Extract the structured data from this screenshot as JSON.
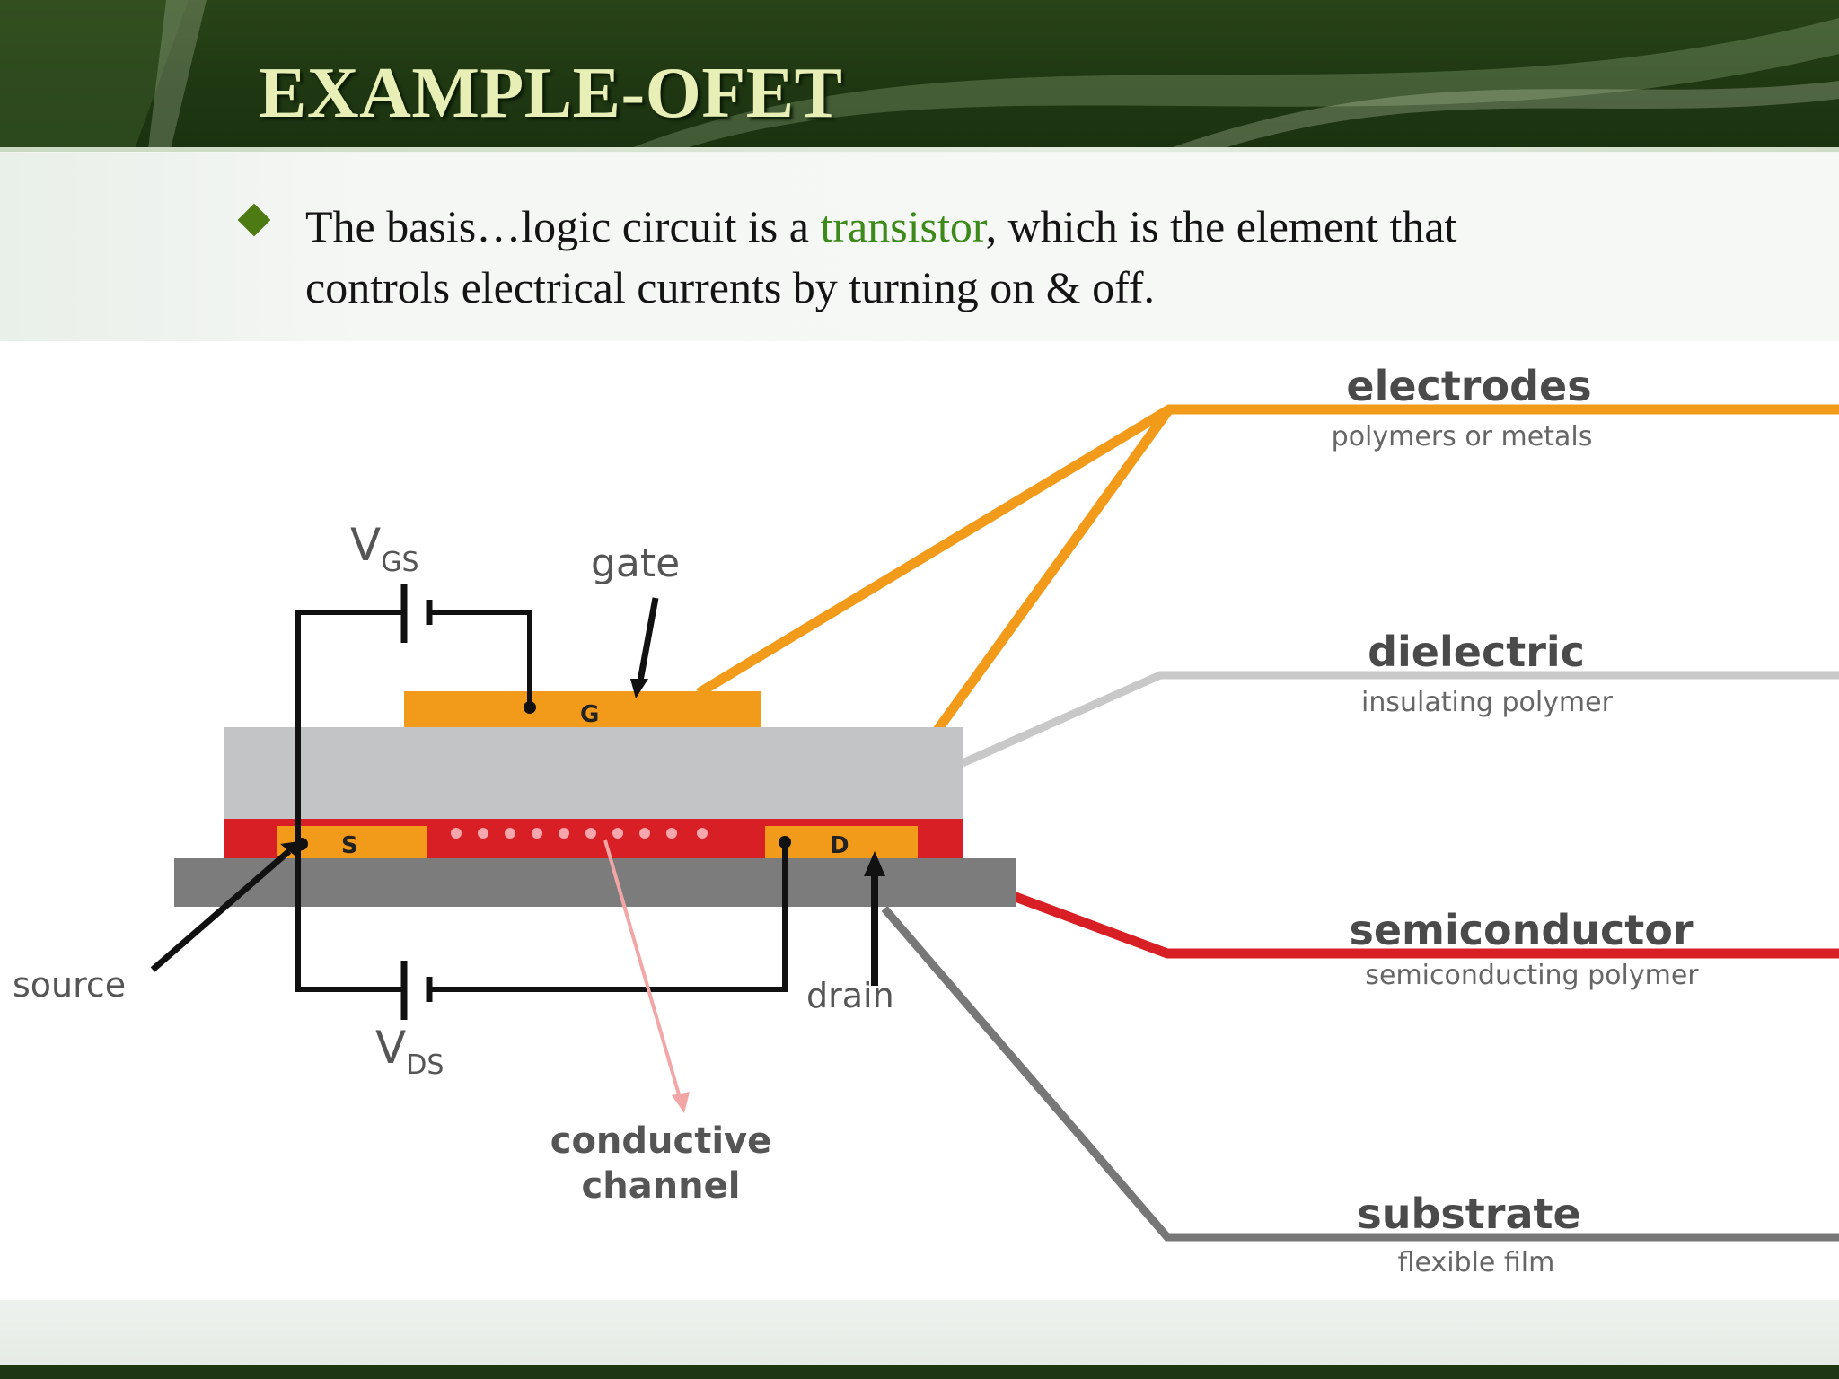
{
  "slide": {
    "title": "EXAMPLE-OFET",
    "bullet": {
      "text_before": "The basis…logic circuit is a ",
      "highlight": "transistor",
      "text_after": ", which is the element that controls electrical currents by turning on & off.",
      "icon": "diamond-bullet-icon"
    }
  },
  "diagram": {
    "labels": {
      "electrodes": "electrodes",
      "electrodes_sub": "polymers or metals",
      "dielectric": "dielectric",
      "dielectric_sub": "insulating polymer",
      "semiconductor": "semiconductor",
      "semiconductor_sub": "semiconducting polymer",
      "substrate": "substrate",
      "substrate_sub": "flexible film",
      "gate": "gate",
      "source": "source",
      "drain": "drain",
      "conductive_channel_line1": "conductive",
      "conductive_channel_line2": "channel",
      "vgs_main": "V",
      "vgs_sub": "GS",
      "vds_main": "V",
      "vds_sub": "DS",
      "g": "G",
      "s": "S",
      "d": "D"
    }
  },
  "colors": {
    "header_bg": "#1f3812",
    "title": "#e8efb6",
    "bullet": "#4d7a12",
    "highlight": "#3d8a1a",
    "electrode_orange": "#f29a1a",
    "dielectric_gray": "#c3c4c6",
    "semiconductor_red": "#d81f26",
    "substrate_gray": "#7c7c7c"
  }
}
